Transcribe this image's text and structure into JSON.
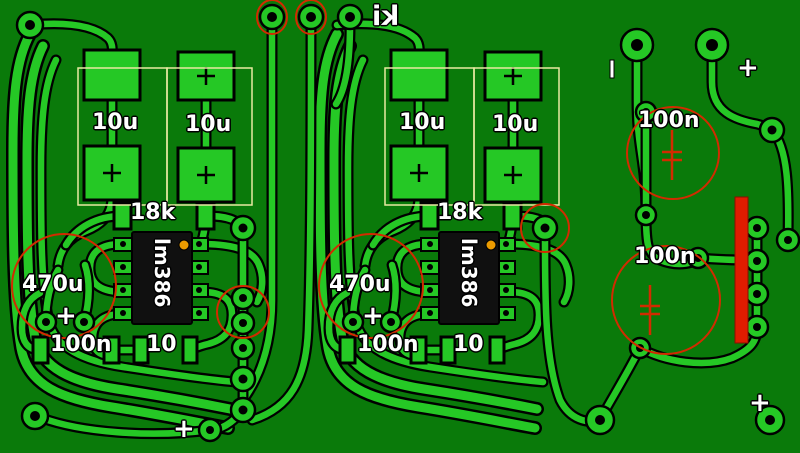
{
  "colors": {
    "board": "#0a7a0a",
    "copper": "#25c825",
    "silkscreen_red": "#d22b00",
    "component_outline_yellow": "#e9e9a2",
    "label_white": "#ffffff"
  },
  "silkscreen": {
    "board_id": "ki",
    "plus_mark": "+"
  },
  "channels": [
    {
      "side": "left",
      "cap_input": "10u",
      "cap_bypass": "10u",
      "resistor_gain": "18k",
      "ic": "lm386",
      "cap_power": "470u",
      "cap_output": "100n",
      "resistor_output": "10"
    },
    {
      "side": "right",
      "cap_input": "10u",
      "cap_bypass": "10u",
      "resistor_gain": "18k",
      "ic": "lm386",
      "cap_power": "470u",
      "cap_output": "100n",
      "resistor_output": "10"
    }
  ],
  "output_section": {
    "cap_top": "100n",
    "cap_bottom": "100n"
  }
}
